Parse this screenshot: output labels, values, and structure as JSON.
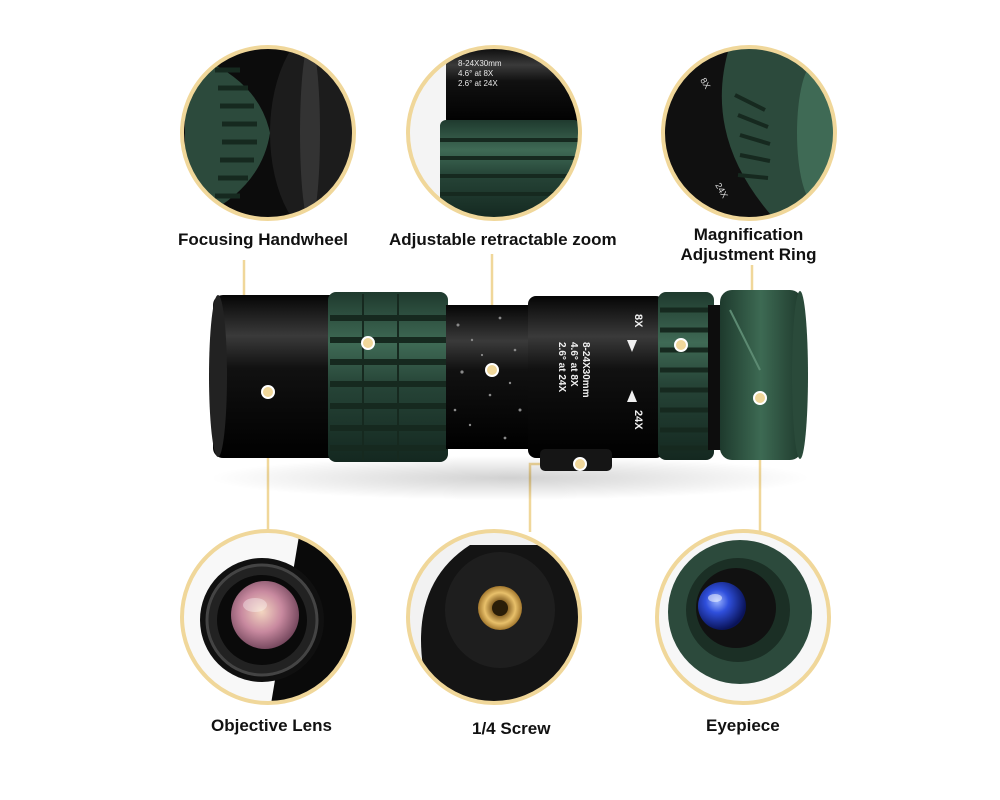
{
  "labels": {
    "focusing_handwheel": "Focusing Handwheel",
    "adjustable_zoom": "Adjustable retractable zoom",
    "magnification_line1": "Magnification",
    "magnification_line2": "Adjustment Ring",
    "objective_lens": "Objective Lens",
    "screw": "1/4 Screw",
    "eyepiece": "Eyepiece"
  },
  "scope_print": {
    "spec_line1": "8-24X30mm",
    "spec_line2": "4.6° at 8X",
    "spec_line3": "2.6° at 24X",
    "zoom_min": "8X",
    "zoom_max": "24X"
  },
  "detail_print": {
    "zoom_spec_line1": "8-24X30mm",
    "zoom_spec_line2": "4.6° at 8X",
    "zoom_spec_line3": "2.6° at 24X",
    "ring_min": "8X",
    "ring_max": "24X"
  },
  "colors": {
    "gold": "#f0d79a",
    "dark_green": "#2c4a3c",
    "black_body": "#1a1a1a",
    "lens_purple": "#b98aa2",
    "eyepiece_blue": "#1e3fc8",
    "brass": "#d4a54a"
  }
}
